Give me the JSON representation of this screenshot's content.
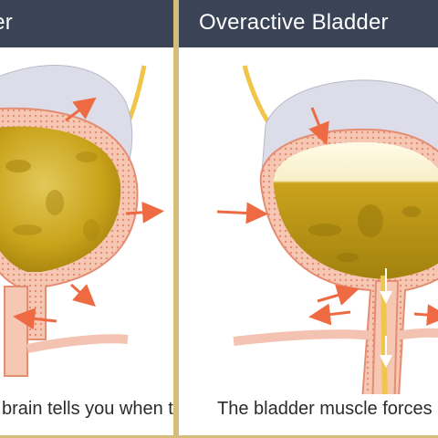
{
  "panels": [
    {
      "title": "Normal Bladder",
      "caption": "Your brain tells you when to go"
    },
    {
      "title": "Overactive Bladder",
      "caption": "The bladder muscle forces urine out"
    }
  ],
  "colors": {
    "header_bg": "#3a4456",
    "border_gold": "#d6bd7a",
    "bladder_fill": "#c9a31a",
    "wall": "#f2b7a0",
    "arrow": "#ee6a42",
    "dome": "#dcdde8"
  }
}
